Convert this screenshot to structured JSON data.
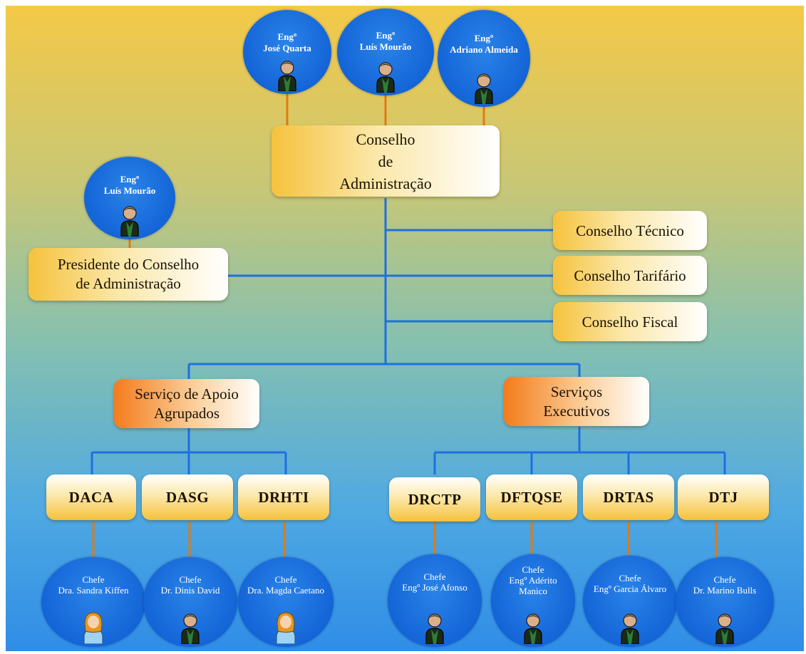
{
  "board": {
    "members": [
      {
        "title": "Engº",
        "name": "José Quarta",
        "avatar": "man-icon"
      },
      {
        "title": "Engº",
        "name": "Luís Mourão",
        "avatar": "man-icon"
      },
      {
        "title": "Engº",
        "name": "Adriano Almeida",
        "avatar": "man-icon"
      }
    ],
    "label": "Conselho\nde\nAdministração"
  },
  "president": {
    "title": "Engº",
    "name": "Luís Mourão",
    "avatar": "man-icon",
    "label": "Presidente do Conselho\nde Administração"
  },
  "councils": [
    "Conselho Técnico",
    "Conselho Tarifário",
    "Conselho Fiscal"
  ],
  "groups": [
    {
      "label": "Serviço de Apoio\nAgrupados",
      "departments": [
        {
          "code": "DACA",
          "chief_title": "Chefe",
          "chief_name": "Dra. Sandra Kiffen",
          "avatar": "woman-icon"
        },
        {
          "code": "DASG",
          "chief_title": "Chefe",
          "chief_name": "Dr. Dinis David",
          "avatar": "man-icon"
        },
        {
          "code": "DRHTI",
          "chief_title": "Chefe",
          "chief_name": "Dra. Magda Caetano",
          "avatar": "woman-icon"
        }
      ]
    },
    {
      "label": "Serviços\nExecutivos",
      "departments": [
        {
          "code": "DRCTP",
          "chief_title": "Chefe",
          "chief_name": "Engº José Afonso",
          "avatar": "man-icon"
        },
        {
          "code": "DFTQSE",
          "chief_title": "Chefe",
          "chief_name": "Engº Adérito\nManico",
          "avatar": "man-icon"
        },
        {
          "code": "DRTAS",
          "chief_title": "Chefe",
          "chief_name": "Engº Garcia Álvaro",
          "avatar": "man-icon"
        },
        {
          "code": "DTJ",
          "chief_title": "Chefe",
          "chief_name": "Dr. Marino Bulls",
          "avatar": "man-icon"
        }
      ]
    }
  ],
  "colors": {
    "connector_blue": "#1e6fe0",
    "connector_orange": "#e07a12",
    "bubble_blue": "#1465d7",
    "node_gold": "#f6c23d",
    "node_orange": "#f37c1c"
  }
}
